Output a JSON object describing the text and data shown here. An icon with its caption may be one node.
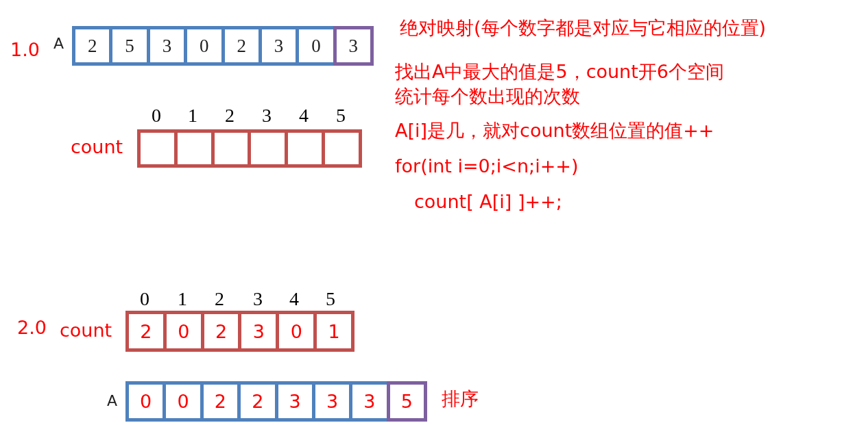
{
  "diagram": {
    "nodes": [
      {
        "text": [],
        "shape": "box",
        "beside": [
          "A"
        ]
      },
      {
        "text": [
          "2"
        ],
        "in": 0
      },
      {
        "text": [
          "5"
        ],
        "in": 0
      },
      {
        "text": [
          "3"
        ],
        "in": 0
      },
      {
        "text": [
          "0"
        ],
        "in": 0
      },
      {
        "text": [
          "2"
        ],
        "in": 0
      },
      {
        "text": [
          "3"
        ],
        "in": 0
      },
      {
        "text": [
          "0"
        ],
        "in": 0
      },
      {
        "text": [
          "3"
        ],
        "in": 0
      },
      {
        "text": [],
        "shape": "box",
        "beside": [
          "count"
        ]
      },
      {
        "text": [],
        "shape": "box",
        "in": 9
      },
      {
        "text": [],
        "shape": "box",
        "in": 9
      },
      {
        "text": [],
        "shape": "box",
        "in": 9
      },
      {
        "text": [],
        "shape": "box",
        "in": 9
      },
      {
        "text": [],
        "shape": "box",
        "in": 9
      },
      {
        "text": [],
        "shape": "box",
        "in": 9
      },
      {
        "text": [],
        "shape": "box",
        "beside": [
          "count"
        ]
      },
      {
        "text": [
          "2"
        ],
        "in": 16
      },
      {
        "text": [
          "0"
        ],
        "in": 16
      },
      {
        "text": [
          "2"
        ],
        "in": 16
      },
      {
        "text": [
          "3"
        ],
        "in": 16
      },
      {
        "text": [
          "0"
        ],
        "in": 16
      },
      {
        "text": [
          "1"
        ],
        "in": 16
      },
      {
        "text": [],
        "shape": "box",
        "beside": [
          "A",
          "排序"
        ]
      },
      {
        "text": [
          "0"
        ],
        "in": 23
      },
      {
        "text": [
          "0"
        ],
        "in": 23
      },
      {
        "text": [
          "2"
        ],
        "in": 23
      },
      {
        "text": [
          "2"
        ],
        "in": 23
      },
      {
        "text": [
          "3"
        ],
        "in": 23
      },
      {
        "text": [
          "3"
        ],
        "in": 23
      },
      {
        "text": [
          "3"
        ],
        "in": 23
      },
      {
        "text": [
          "5"
        ],
        "in": 23
      }
    ],
    "edges": [],
    "labels": [
      "1.0",
      "绝对映射(每个数字都是对应与它相应的位置)",
      "找出A中最大的值是5，count开6个空间",
      "统计每个数出现的次数",
      "A[i]是几，就对count数组位置的值++",
      "for(int i=0;i<n;i++)",
      "count[ A[i] ]++;",
      "0",
      "1",
      "2",
      "3",
      "4",
      "5",
      "0",
      "1",
      "2",
      "3",
      "4",
      "5",
      "2.0"
    ]
  }
}
